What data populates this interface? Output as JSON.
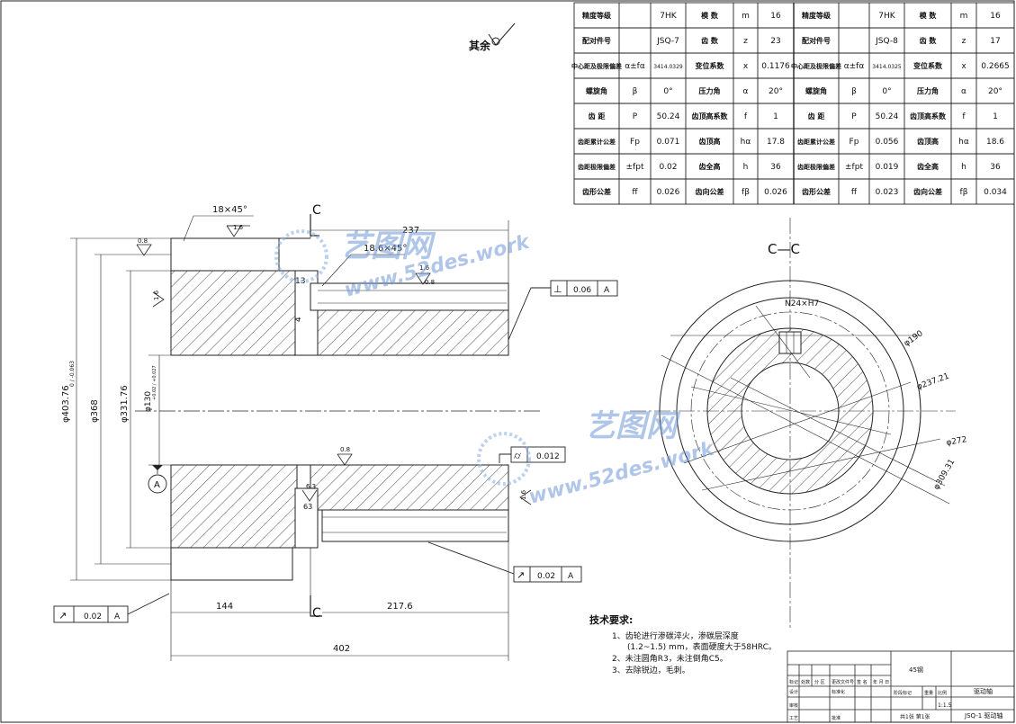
{
  "remark": "其余",
  "section_label": "C",
  "section_title": "C—C",
  "spline_label": "N24×H7",
  "chamfer_1": "18×45°",
  "chamfer_2": "18.6×45°",
  "dims": {
    "d1": "φ403.76",
    "d1_tol": "0 / -0.063",
    "d2": "φ368",
    "d3": "φ331.76",
    "d4": "φ130",
    "d4_tol": "+0.02 / +0.027",
    "len_237": "237",
    "len_144": "144",
    "len_2176": "217.6",
    "len_402": "402",
    "len_13": "13",
    "len_4": "4",
    "len_63": "63",
    "r_190": "φ190",
    "r_23721": "φ237.21",
    "r_272": "φ272",
    "r_30931": "φ309.31"
  },
  "roughness": {
    "r08a": "0.8",
    "r16a": "1.6",
    "r16b": "1.6",
    "r16c": "1.6",
    "r08b": "0.8",
    "r08c": "0.8",
    "r16d": "1.6",
    "r63": "6.3"
  },
  "tolerance_frames": [
    {
      "symbol": "⊥",
      "value": "0.06",
      "datum": "A"
    },
    {
      "symbol": "⌭",
      "value": "0.012",
      "datum": ""
    },
    {
      "symbol": "↗",
      "value": "0.02",
      "datum": "A"
    },
    {
      "symbol": "↗",
      "value": "0.02",
      "datum": "A"
    }
  ],
  "datum_label": "A",
  "gear_table": {
    "rows": [
      [
        "精度等级",
        "",
        "7HK",
        "模 数",
        "m",
        "16",
        "精度等级",
        "",
        "7HK",
        "模 数",
        "m",
        "16"
      ],
      [
        "配对件号",
        "",
        "JSQ-7",
        "齿 数",
        "z",
        "23",
        "配对件号",
        "",
        "JSQ-8",
        "齿 数",
        "z",
        "17"
      ],
      [
        "中心距及极限偏差",
        "α±fα",
        "3414.0329",
        "变位系数",
        "x",
        "0.1176",
        "中心距及极限偏差",
        "α±fα",
        "3414.0325",
        "变位系数",
        "x",
        "0.2665"
      ],
      [
        "螺旋角",
        "β",
        "0°",
        "压力角",
        "α",
        "20°",
        "螺旋角",
        "β",
        "0°",
        "压力角",
        "α",
        "20°"
      ],
      [
        "齿 距",
        "P",
        "50.24",
        "齿顶高系数",
        "f",
        "1",
        "齿 距",
        "P",
        "50.24",
        "齿顶高系数",
        "f",
        "1"
      ],
      [
        "齿距累计公差",
        "Fp",
        "0.071",
        "齿顶高",
        "hα",
        "17.8",
        "齿距累计公差",
        "Fp",
        "0.056",
        "齿顶高",
        "hα",
        "18.6"
      ],
      [
        "齿距极限偏差",
        "±fpt",
        "0.02",
        "齿全高",
        "h",
        "36",
        "齿距极限偏差",
        "±fpt",
        "0.019",
        "齿全高",
        "h",
        "36"
      ],
      [
        "齿形公差",
        "ff",
        "0.026",
        "齿向公差",
        "fβ",
        "0.026",
        "齿形公差",
        "ff",
        "0.023",
        "齿向公差",
        "fβ",
        "0.034"
      ]
    ]
  },
  "notes": {
    "title": "技术要求:",
    "items": [
      "1、齿轮进行渗碳淬火，渗碳层深度",
      "(1.2~1.5) mm，表面硬度大于58HRC。",
      "2、未注圆角R3，未注倒角C5。",
      "3、去除锐边，毛刺。"
    ]
  },
  "title_block": {
    "part_name": "驱动轴",
    "material": "45钢",
    "drawing_no": "JSQ-1 驱动轴",
    "scale": "1:1.5",
    "sheet": "共1张 第1张",
    "labels": [
      "标记",
      "处数",
      "分 区",
      "更改文件号",
      "签 名",
      "年 月 日",
      "设计",
      "标准化",
      "阶段标记",
      "重量",
      "比例",
      "审核",
      "工艺",
      "批准"
    ]
  },
  "watermark": {
    "brand": "艺图网",
    "url": "www.52des.work"
  }
}
